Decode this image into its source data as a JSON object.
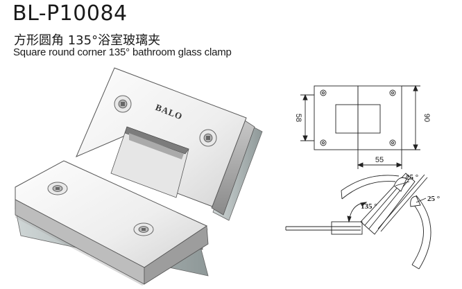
{
  "header": {
    "model": "BL-P10084",
    "title_cn": "方形圆角 135°浴室玻璃夹",
    "title_en": "Square round corner  135°  bathroom glass clamp"
  },
  "product": {
    "brand_mark": "BALO"
  },
  "drawing": {
    "height_a": "58",
    "height_b": "90",
    "width": "55",
    "angle_main": "135 °",
    "angle_upper": "25 °",
    "angle_lower": "25 °"
  }
}
